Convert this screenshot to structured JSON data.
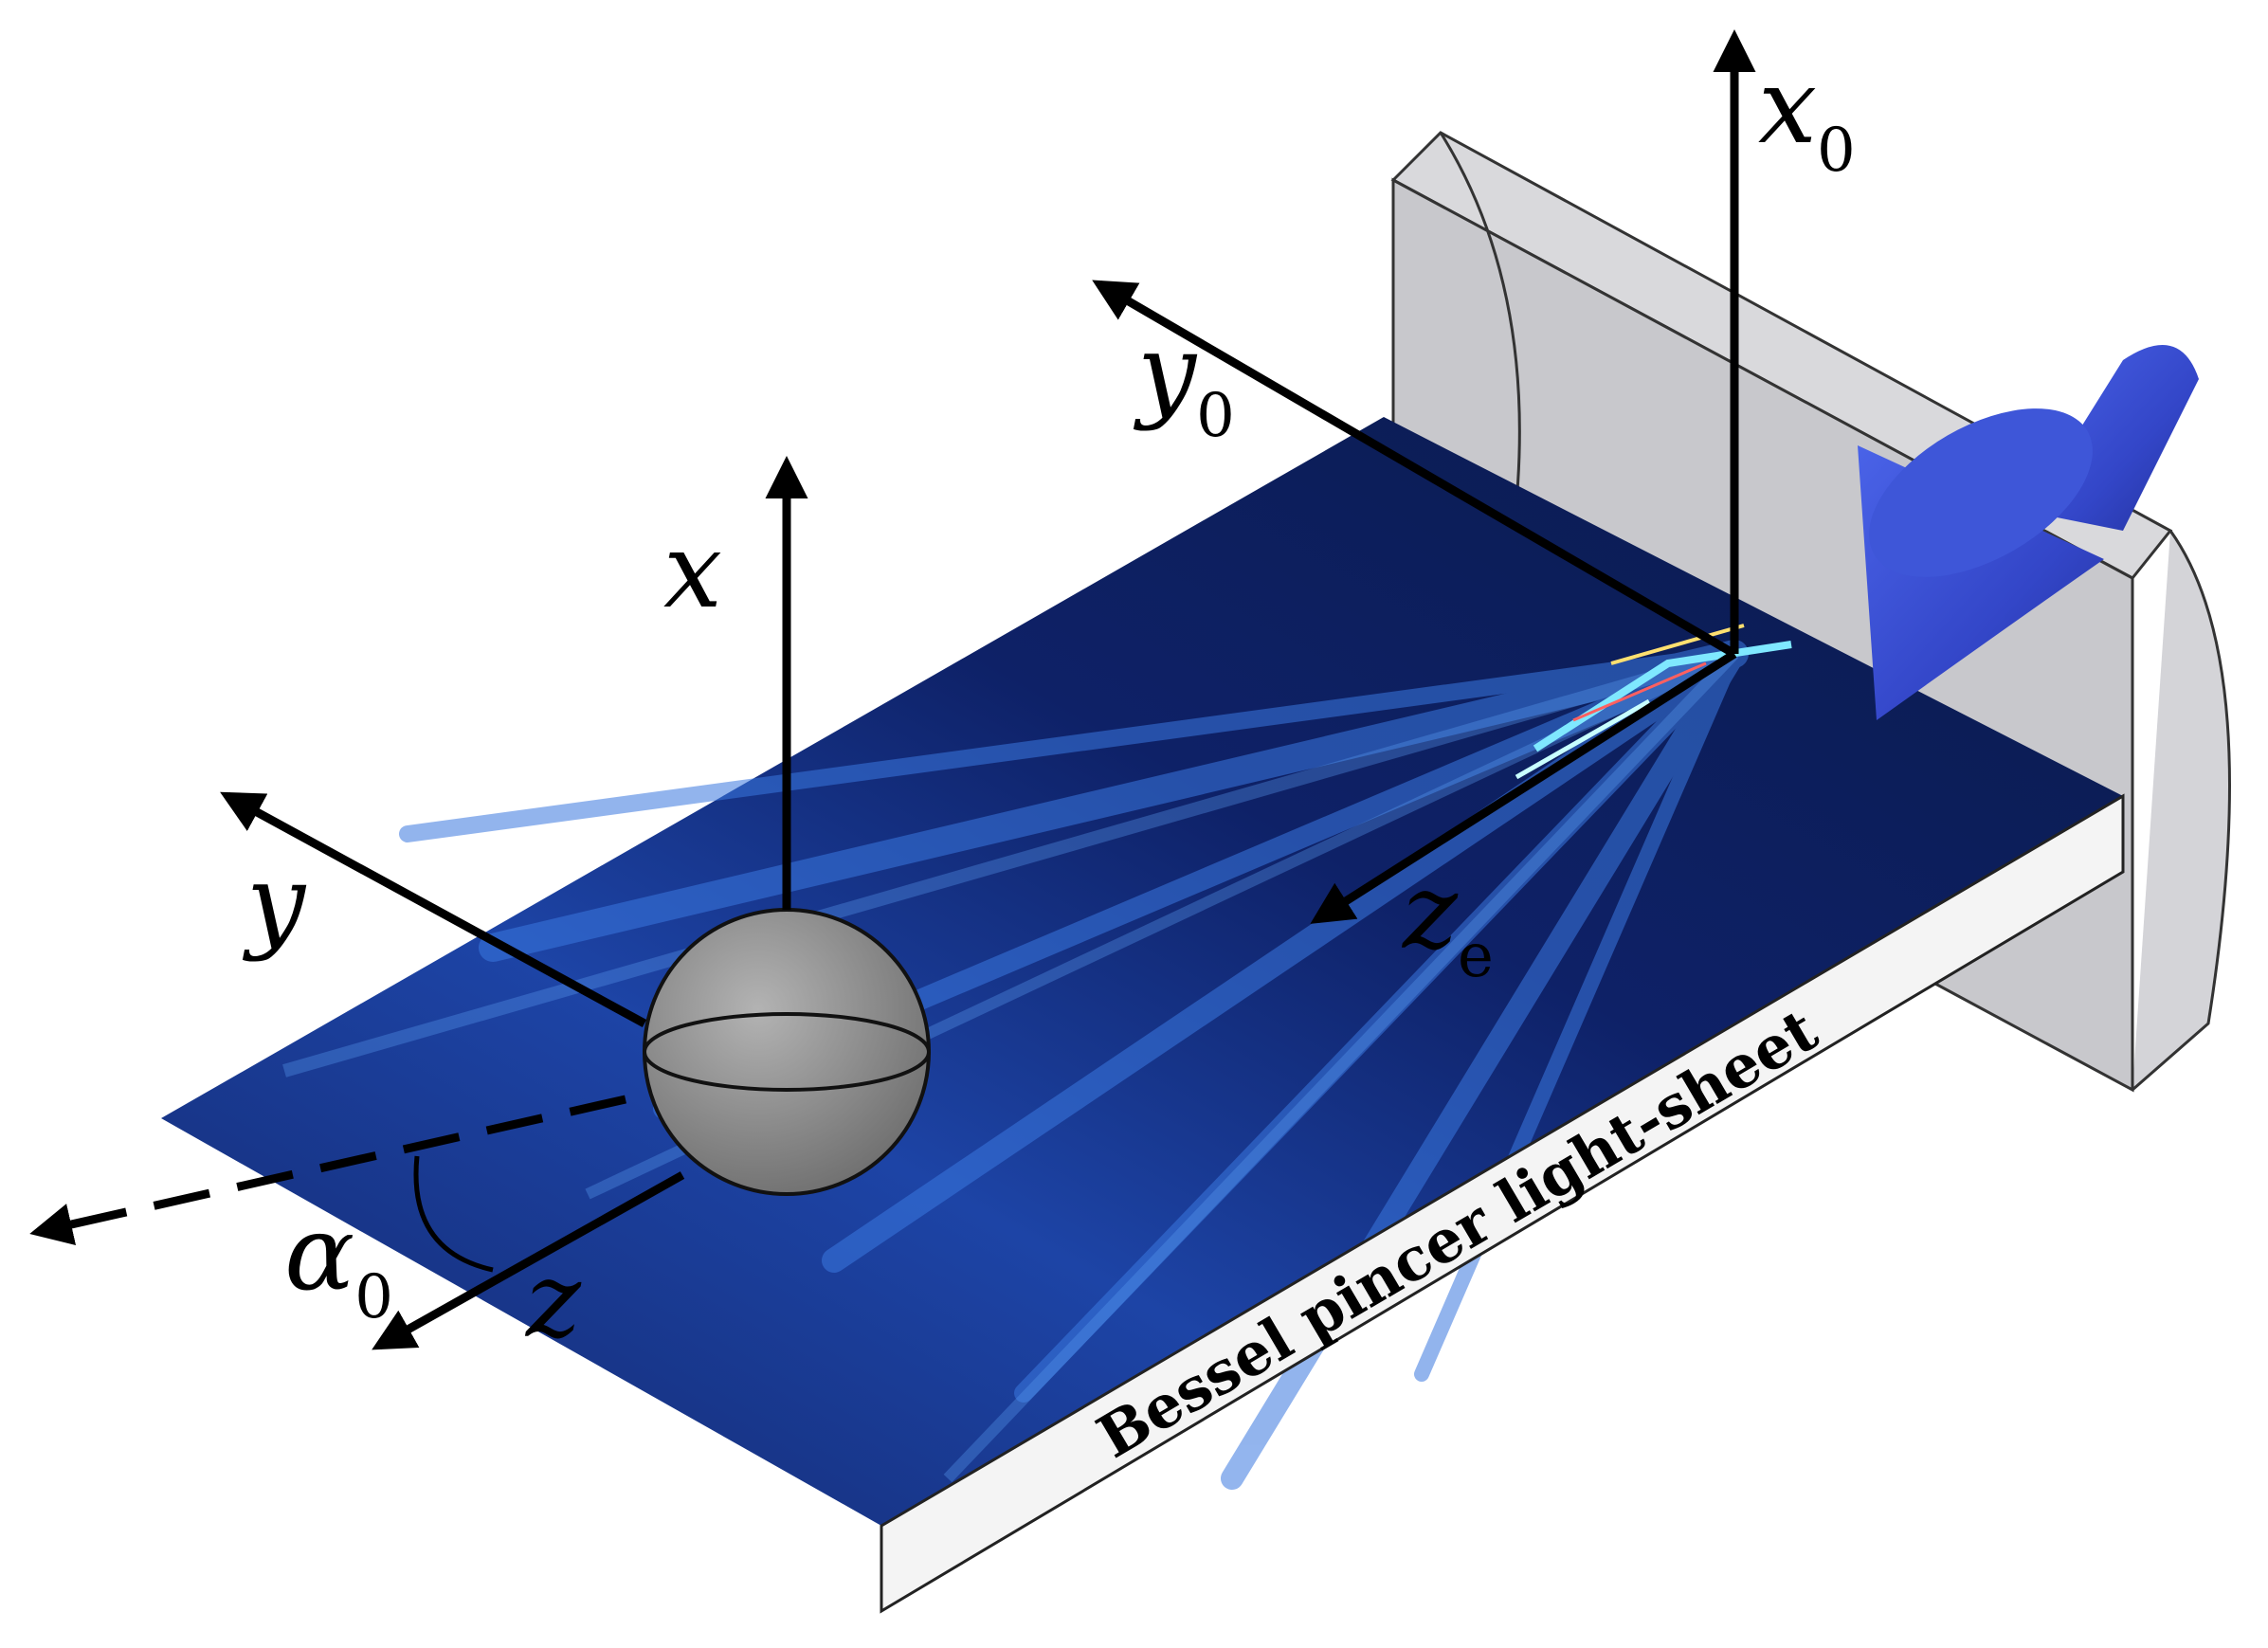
{
  "banner": {
    "text": "Bessel pincer light-sheet"
  },
  "axes": {
    "x": {
      "label": "x"
    },
    "y": {
      "label": "y"
    },
    "z": {
      "label": "z"
    },
    "x0": {
      "label": "x",
      "subscript": "0"
    },
    "y0": {
      "label": "y",
      "subscript": "0"
    },
    "ze": {
      "label": "z",
      "subscript": "e"
    },
    "angle": {
      "label": "α",
      "subscript": "0"
    }
  },
  "colors": {
    "sheet_dark": "#0a1a4a",
    "sheet_mid": "#1f4fb8",
    "sheet_bright": "#3c7ae0",
    "hotspot": "#7fe8ff",
    "lens": "#cfcfd3",
    "sphere": "#8a8a8a",
    "beam_arrow": "#3a4fd0"
  }
}
